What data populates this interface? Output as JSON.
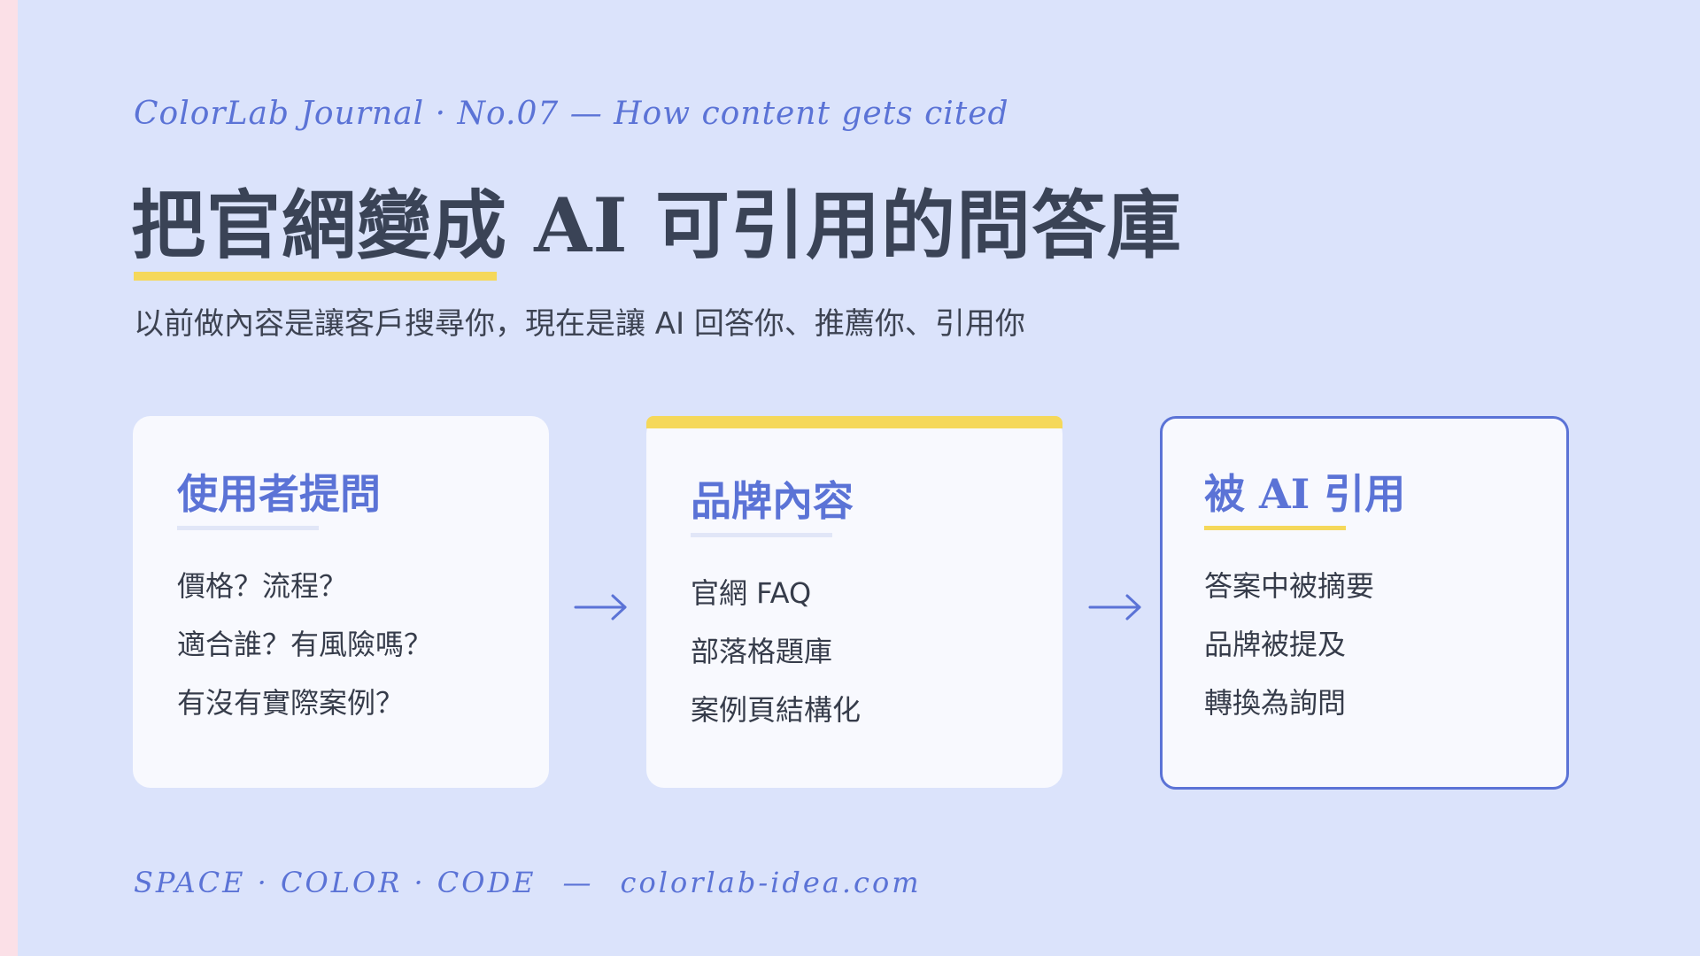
{
  "header": {
    "kicker": "ColorLab Journal · No.07 — How content gets cited",
    "title": "把官網變成 AI 可引用的問答庫",
    "subtitle": "以前做內容是讓客戶搜尋你，現在是讓 AI 回答你、推薦你、引用你"
  },
  "cards": [
    {
      "title": "使用者提問",
      "items": [
        "價格？流程？",
        "適合誰？有風險嗎？",
        "有沒有實際案例？"
      ]
    },
    {
      "title": "品牌內容",
      "items": [
        "官網 FAQ",
        "部落格題庫",
        "案例頁結構化"
      ]
    },
    {
      "title": "被 AI 引用",
      "items": [
        "答案中被摘要",
        "品牌被提及",
        "轉換為詢問"
      ]
    }
  ],
  "footer": {
    "tagline": "SPACE · COLOR · CODE",
    "separator": "—",
    "site": "colorlab-idea.com"
  },
  "colors": {
    "background": "#dbe3fb",
    "accent_blue": "#5b73d6",
    "accent_yellow": "#f5d85a",
    "left_strip": "#fbe0e7",
    "title_text": "#3a4356"
  },
  "icons": {
    "flow_arrow": "arrow-right-icon"
  }
}
